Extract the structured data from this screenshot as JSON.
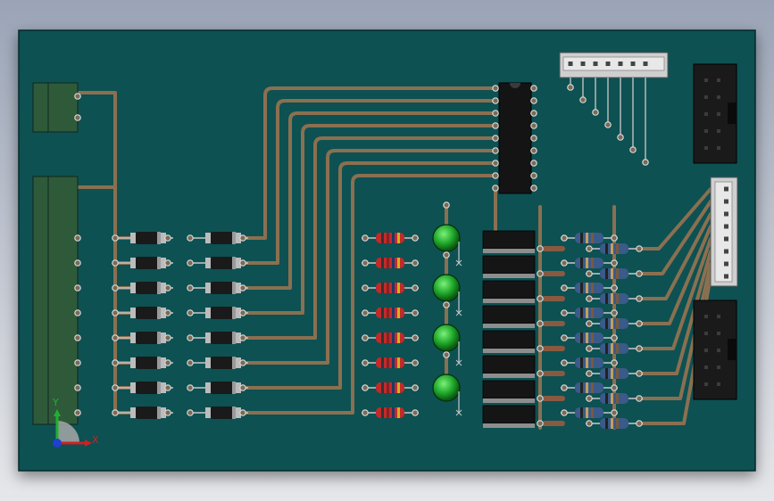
{
  "board": {
    "color": "#0d5153",
    "trace_color": "#8a7050"
  },
  "axes": {
    "x_label": "X",
    "y_label": "Y",
    "x_color": "#d02020",
    "y_color": "#20b030",
    "z_color": "#2040d0"
  },
  "components": {
    "diode_rows": 8,
    "resistor_rows": 8,
    "leds": 4,
    "led_color": "#1fa82a",
    "ic_pins_per_side": 9,
    "relay_count": 8,
    "header_top_pins": 7,
    "header_right_pins": 8
  }
}
